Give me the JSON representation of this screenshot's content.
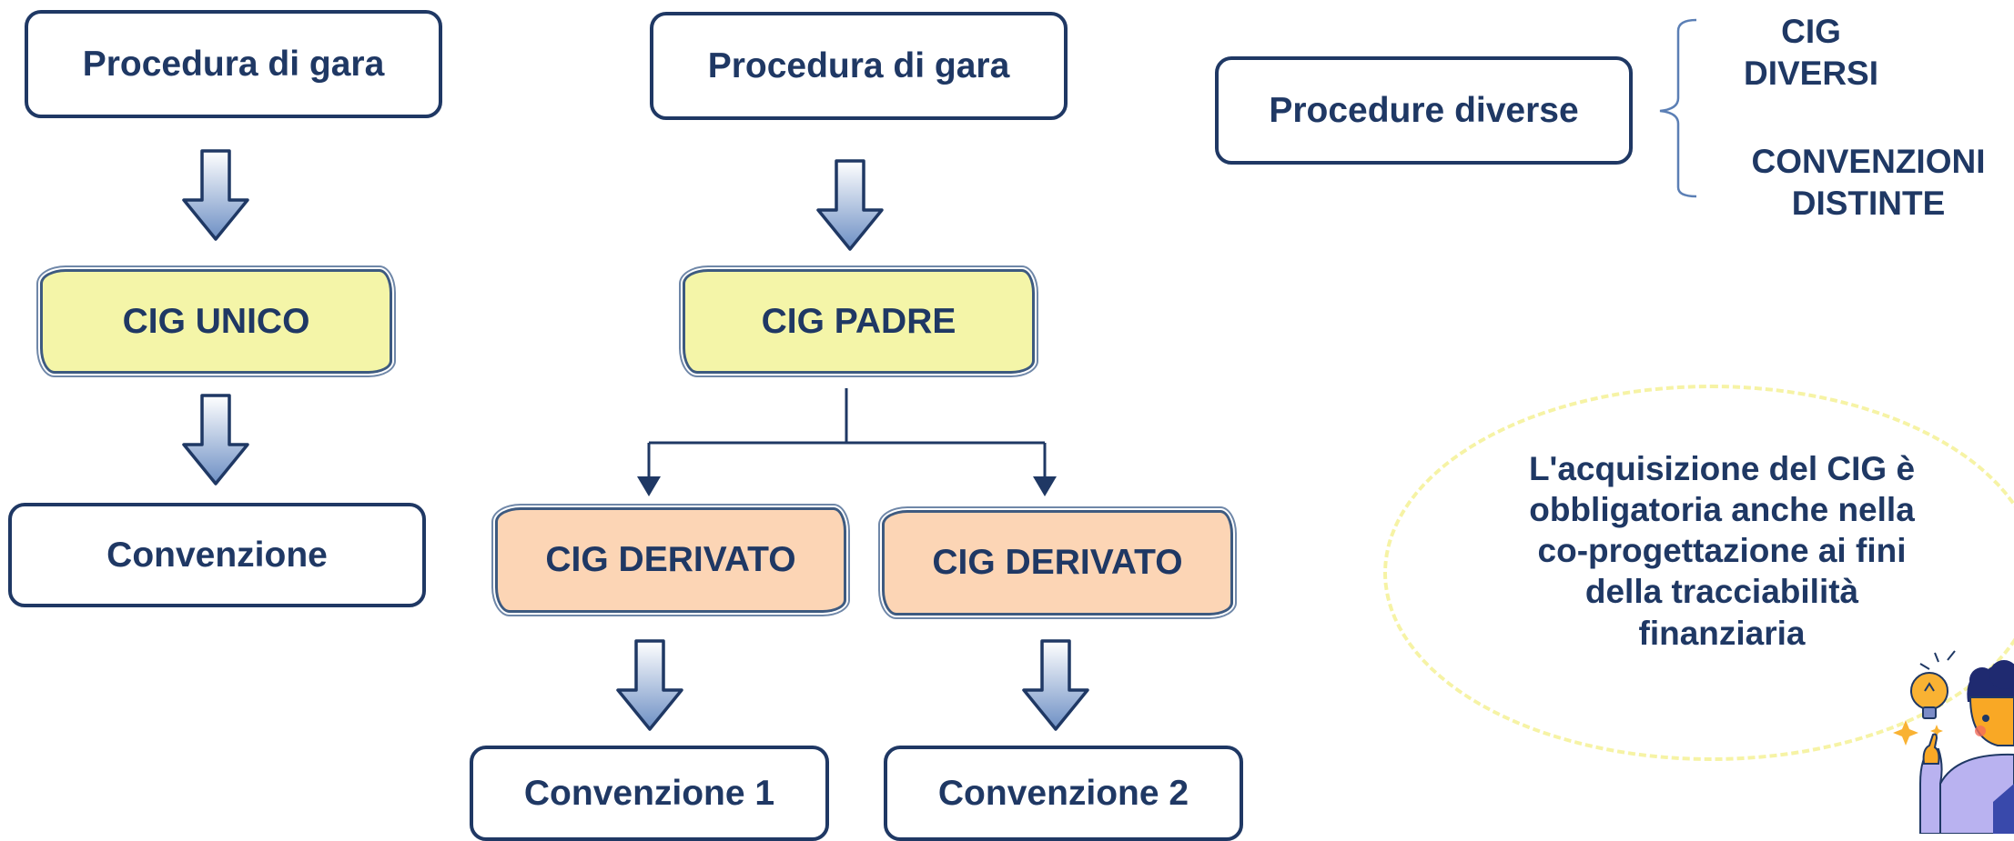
{
  "col1": {
    "procedura": "Procedura di gara",
    "cig": "CIG UNICO",
    "convenzione": "Convenzione"
  },
  "col2": {
    "procedura": "Procedura di gara",
    "cig_padre": "CIG PADRE",
    "cig_derivato_1": "CIG DERIVATO",
    "cig_derivato_2": "CIG DERIVATO",
    "convenzione_1": "Convenzione 1",
    "convenzione_2": "Convenzione 2"
  },
  "col3": {
    "procedure": "Procedure diverse",
    "branch_top": "CIG DIVERSI",
    "branch_bottom": "CONVENZIONI DISTINTE"
  },
  "note": {
    "text": "L'acquisizione del CIG è obbligatoria anche nella co-progettazione ai fini della tracciabilità finanziaria"
  },
  "colors": {
    "text": "#1f3864",
    "yellow_box": "#f4f5a8",
    "peach_box": "#fcd5b5",
    "ellipse_border": "#f6f3a5"
  },
  "icons": [
    "down-arrow-icon",
    "lightbulb-person-icon"
  ]
}
